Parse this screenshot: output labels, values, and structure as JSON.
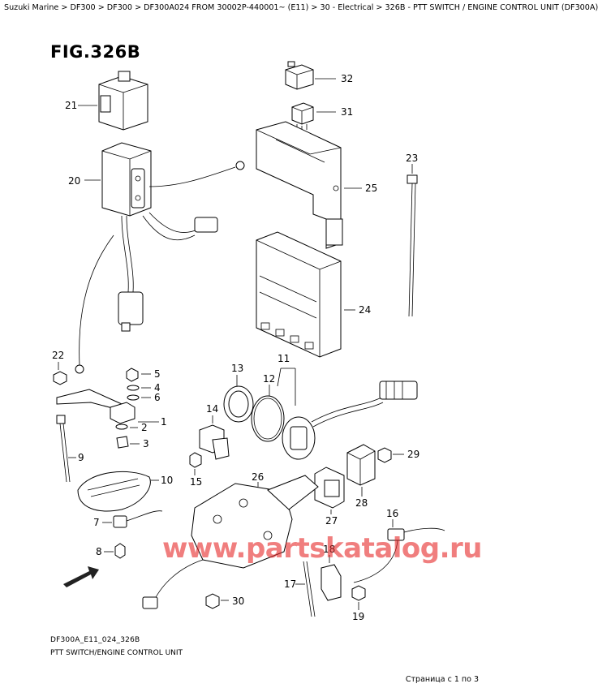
{
  "breadcrumb": "Suzuki Marine > DF300 > DF300 > DF300A024 FROM 30002P-440001~ (E11) > 30 - Electrical > 326B - PTT SWITCH / ENGINE CONTROL UNIT (DF300A)",
  "figure_title": "FIG.326B",
  "watermark": "www.partskatalog.ru",
  "fwd_label": "FWD",
  "callouts": {
    "n1": "1",
    "n2": "2",
    "n3": "3",
    "n4": "4",
    "n5": "5",
    "n6": "6",
    "n7": "7",
    "n8": "8",
    "n9": "9",
    "n10": "10",
    "n11": "11",
    "n12": "12",
    "n13": "13",
    "n14": "14",
    "n15": "15",
    "n16": "16",
    "n17": "17",
    "n18": "18",
    "n19": "19",
    "n20": "20",
    "n21": "21",
    "n22": "22",
    "n23": "23",
    "n24": "24",
    "n25": "25",
    "n26": "26",
    "n27": "27",
    "n28": "28",
    "n29": "29",
    "n30": "30",
    "n31": "31",
    "n32": "32"
  },
  "footer": {
    "code": "DF300A_E11_024_326B",
    "caption": "PTT SWITCH/ENGINE CONTROL UNIT"
  },
  "pager": "Страница с 1 по 3"
}
